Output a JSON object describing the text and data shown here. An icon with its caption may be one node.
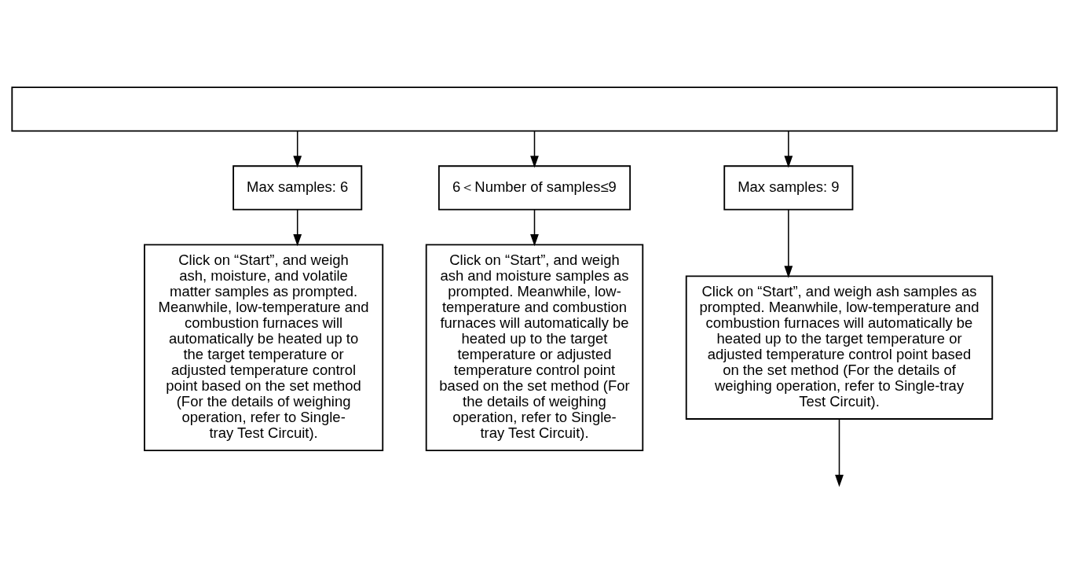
{
  "diagram": {
    "nodes": [
      {
        "text": [],
        "shape": "box"
      },
      {
        "text": [
          "Max samples: 6"
        ]
      },
      {
        "text": [
          "6＜Number of samples≤9"
        ]
      },
      {
        "text": [
          "Max samples: 9"
        ]
      },
      {
        "text": [
          "Click on “Start”, and weigh ash, moisture, and volatile matter samples as prompted. Meanwhile, low-temperature and combustion furnaces will automatically be heated up to the target temperature or adjusted temperature control point based on the set method (For the details of weighing operation, refer to Single-tray Test Circuit)."
        ]
      },
      {
        "text": [
          "Click on “Start”, and weigh ash and moisture samples as prompted. Meanwhile, low-temperature and combustion furnaces will automatically be heated up to the target temperature or adjusted temperature control point based on the set method (For the details of weighing operation, refer to Single-tray Test Circuit)."
        ]
      },
      {
        "text": [
          "Click on “Start”, and weigh ash samples as prompted. Meanwhile, low-temperature and combustion furnaces will automatically be heated up to the target temperature or adjusted temperature control point based on the set method (For the details of weighing operation, refer to Single-tray Test Circuit)."
        ]
      }
    ],
    "edges": [
      {
        "from": 0,
        "to": 1,
        "arrow": "to"
      },
      {
        "from": 0,
        "to": 2,
        "arrow": "to"
      },
      {
        "from": 0,
        "to": 3,
        "arrow": "to"
      },
      {
        "from": 1,
        "to": 4,
        "arrow": "to"
      },
      {
        "from": 2,
        "to": 5,
        "arrow": "to"
      },
      {
        "from": 3,
        "to": 6,
        "arrow": "to"
      },
      {
        "from": 6,
        "to": null,
        "arrow": "to"
      }
    ]
  }
}
